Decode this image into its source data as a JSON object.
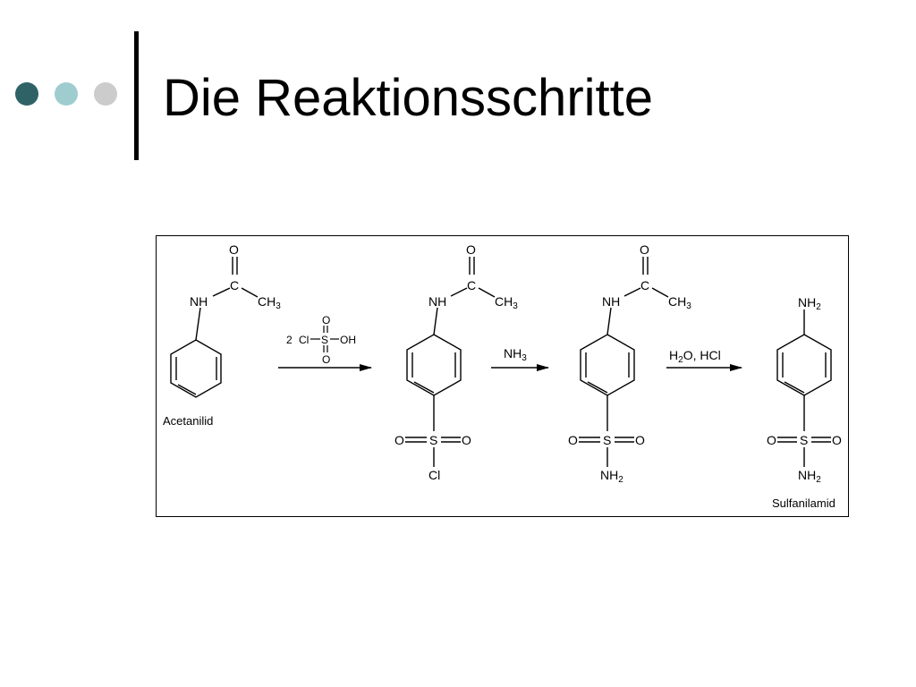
{
  "slide": {
    "title": "Die Reaktionsschritte",
    "colors": {
      "dot_dark": "#2e6267",
      "dot_light": "#9fcdcf",
      "dot_gray": "#cccccc",
      "bar": "#000000"
    }
  },
  "scheme": {
    "starting_material": {
      "name": "Acetanilid",
      "atoms": {
        "O": "O",
        "C": "C",
        "NH": "NH",
        "CH": "CH",
        "sub3": "3"
      }
    },
    "reagent_1": {
      "coefficient": "2",
      "Cl": "Cl",
      "S": "S",
      "OH": "OH",
      "O_top": "O",
      "O_bottom": "O"
    },
    "intermediate_1": {
      "atoms": {
        "O": "O",
        "C": "C",
        "NH": "NH",
        "CH": "CH",
        "sub3": "3",
        "O_left": "O",
        "S": "S",
        "O_right": "O",
        "Cl": "Cl"
      }
    },
    "reagent_2": {
      "NH": "NH",
      "sub3": "3"
    },
    "intermediate_2": {
      "atoms": {
        "O": "O",
        "C": "C",
        "NH": "NH",
        "CH": "CH",
        "sub3": "3",
        "O_left": "O",
        "S": "S",
        "O_right": "O",
        "NH2": "NH",
        "sub2": "2"
      }
    },
    "reagent_3": {
      "H": "H",
      "sub2": "2",
      "rest": "O, HCl"
    },
    "product": {
      "name": "Sulfanilamid",
      "atoms": {
        "NH_top": "NH",
        "sub2_top": "2",
        "O_left": "O",
        "S": "S",
        "O_right": "O",
        "NH_bottom": "NH",
        "sub2_bottom": "2"
      }
    }
  }
}
